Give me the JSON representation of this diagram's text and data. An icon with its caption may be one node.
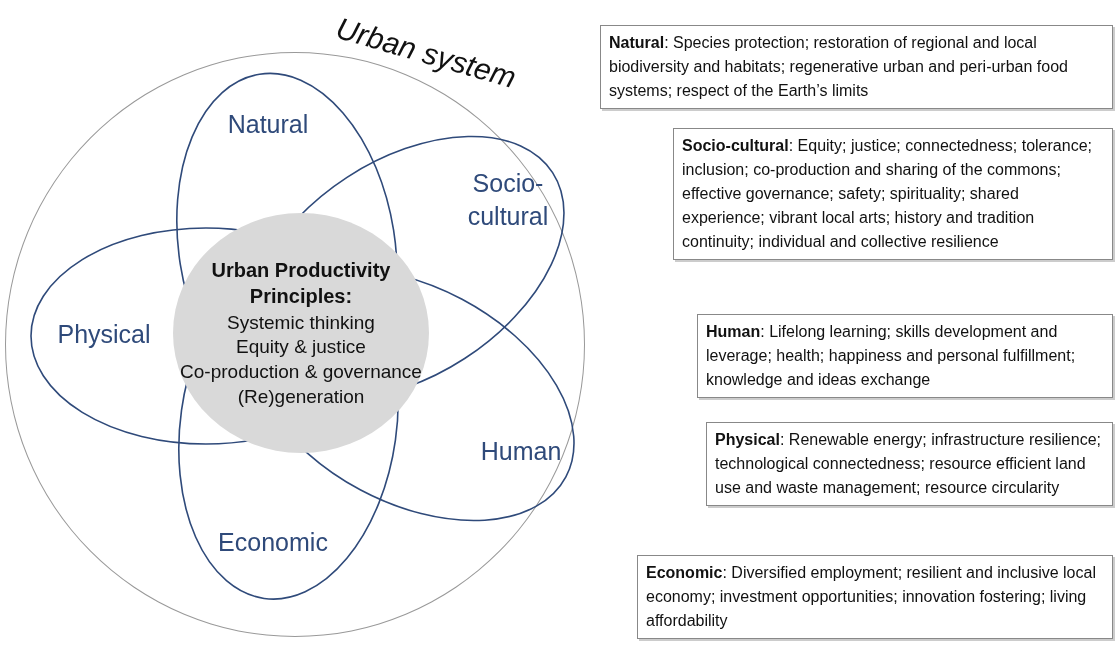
{
  "diagram": {
    "nodes": [
      {
        "text": [
          "Urban system"
        ]
      },
      {
        "text": [
          "Natural"
        ],
        "in": 0
      },
      {
        "text": [
          "Socio-cultural"
        ],
        "in": 0
      },
      {
        "text": [
          "Physical"
        ],
        "in": 0
      },
      {
        "text": [
          "Human"
        ],
        "in": 0
      },
      {
        "text": [
          "Economic"
        ],
        "in": 0
      },
      {
        "text": [
          "Urban Productivity Principles:",
          "Systemic thinking",
          "Equity & justice",
          "Co-production & governance",
          "(Re)generation"
        ],
        "in": 0
      },
      {
        "text": [
          "**Natural**: Species protection; restoration of regional and local biodiversity and habitats; regenerative urban and peri-urban food systems; respect of the Earth’s limits"
        ]
      },
      {
        "text": [
          "**Socio-cultural**: Equity; justice; connectedness; tolerance; inclusion; co-production and sharing of the commons; effective governance; safety; spirituality; shared experience; vibrant local arts; history and tradition continuity; individual and collective resilience"
        ]
      },
      {
        "text": [
          "**Human**: Lifelong learning; skills development and leverage; health; happiness and personal fulfillment; knowledge and ideas exchange"
        ]
      },
      {
        "text": [
          "**Physical**: Renewable energy; infrastructure resilience; technological connectedness; resource efficient land use and waste management; resource circularity"
        ]
      },
      {
        "text": [
          "**Economic**: Diversified employment; resilient and inclusive local economy; investment opportunities; innovation fostering; living affordability"
        ]
      }
    ],
    "edges": []
  }
}
